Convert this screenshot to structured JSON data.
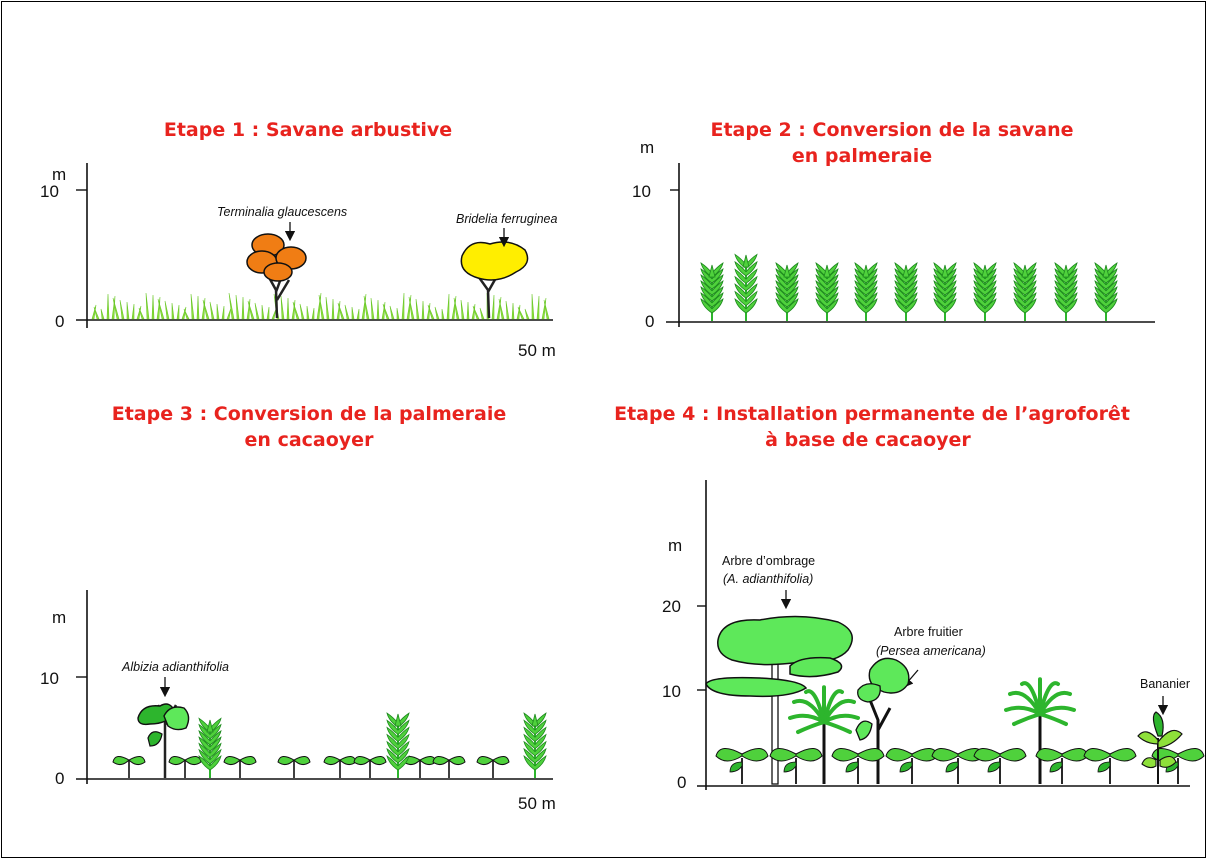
{
  "colors": {
    "title": "#e8231e",
    "grass": "#8ee03a",
    "orange_canopy": "#f07d14",
    "yellow_canopy": "#ffee00",
    "cacao_leaf": "#4fd13c",
    "dark_green": "#2db52d",
    "canopy_green": "#5ee85a"
  },
  "panels": [
    {
      "title_lines": [
        "Etape 1 : Savane arbustive"
      ],
      "y_unit": "m",
      "y_ticks": [
        "10",
        "0"
      ],
      "x_label": "50 m",
      "labels": [
        {
          "text": "Terminalia glaucescens",
          "style": "italic",
          "icon": "arrow-down-icon"
        },
        {
          "text": "Bridelia ferruginea",
          "style": "italic",
          "icon": "arrow-down-icon"
        }
      ]
    },
    {
      "title_lines": [
        "Etape 2 : Conversion de la savane",
        "en palmeraie"
      ],
      "y_unit": "m",
      "y_ticks": [
        "10",
        "0"
      ],
      "x_label": "",
      "labels": []
    },
    {
      "title_lines": [
        "Etape 3 : Conversion de la palmeraie",
        "en cacaoyer"
      ],
      "y_unit": "m",
      "y_ticks": [
        "10",
        "0"
      ],
      "x_label": "50 m",
      "labels": [
        {
          "text": "Albizia adianthifolia",
          "style": "italic",
          "icon": "arrow-down-icon"
        }
      ]
    },
    {
      "title_lines": [
        "Etape 4 : Installation permanente de l’agroforêt",
        "à base de cacaoyer"
      ],
      "y_unit": "m",
      "y_ticks": [
        "20",
        "10",
        "0"
      ],
      "x_label": "",
      "labels": [
        {
          "text": "Arbre d’ombrage",
          "sub": "(A. adianthifolia)",
          "icon": "arrow-down-icon"
        },
        {
          "text": "Arbre fruitier",
          "sub": "(Persea americana)",
          "icon": "arrow-diagonal-icon"
        },
        {
          "text": "Bananier",
          "icon": "arrow-down-icon"
        }
      ]
    }
  ]
}
